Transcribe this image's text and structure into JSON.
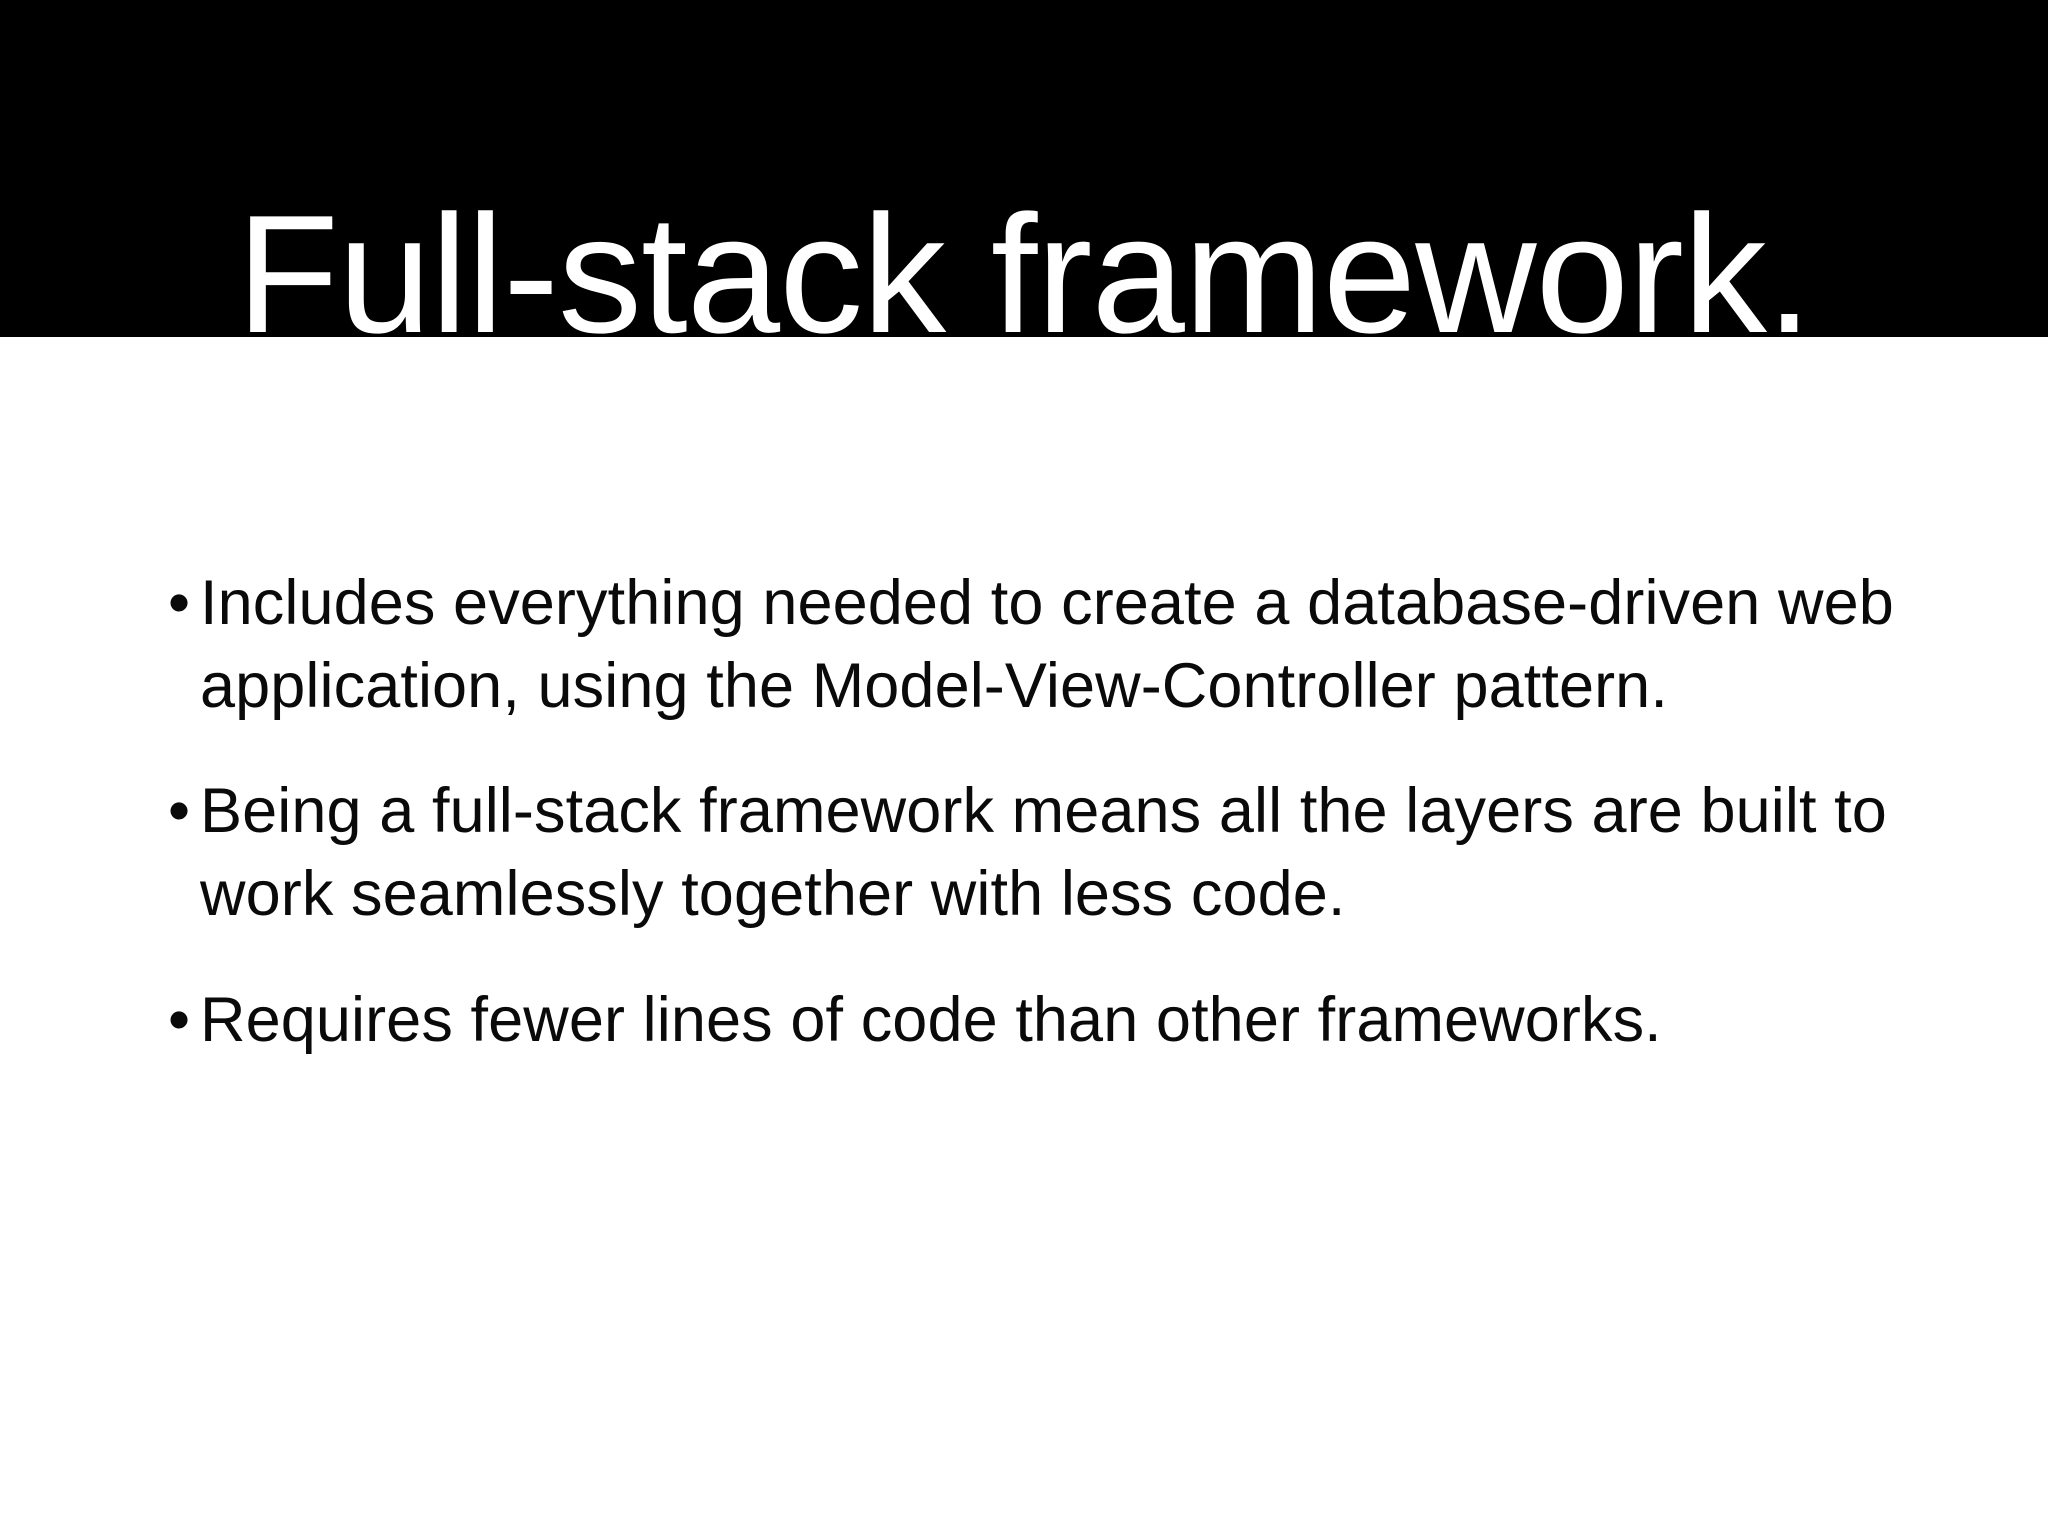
{
  "slide": {
    "title": "Full-stack framework.",
    "title_band_color": "#000000",
    "title_text_color": "#ffffff",
    "background_color": "#ffffff",
    "body_text_color": "#0a0a0a",
    "bullet_glyph": "•",
    "bullets": [
      {
        "text": "Includes everything needed to create a database-driven web application, using the Model-View-Controller pattern."
      },
      {
        "text": "Being a full-stack framework means all the layers are built to work seamlessly together with less code."
      },
      {
        "text": "Requires fewer lines of code than other frameworks."
      }
    ]
  }
}
